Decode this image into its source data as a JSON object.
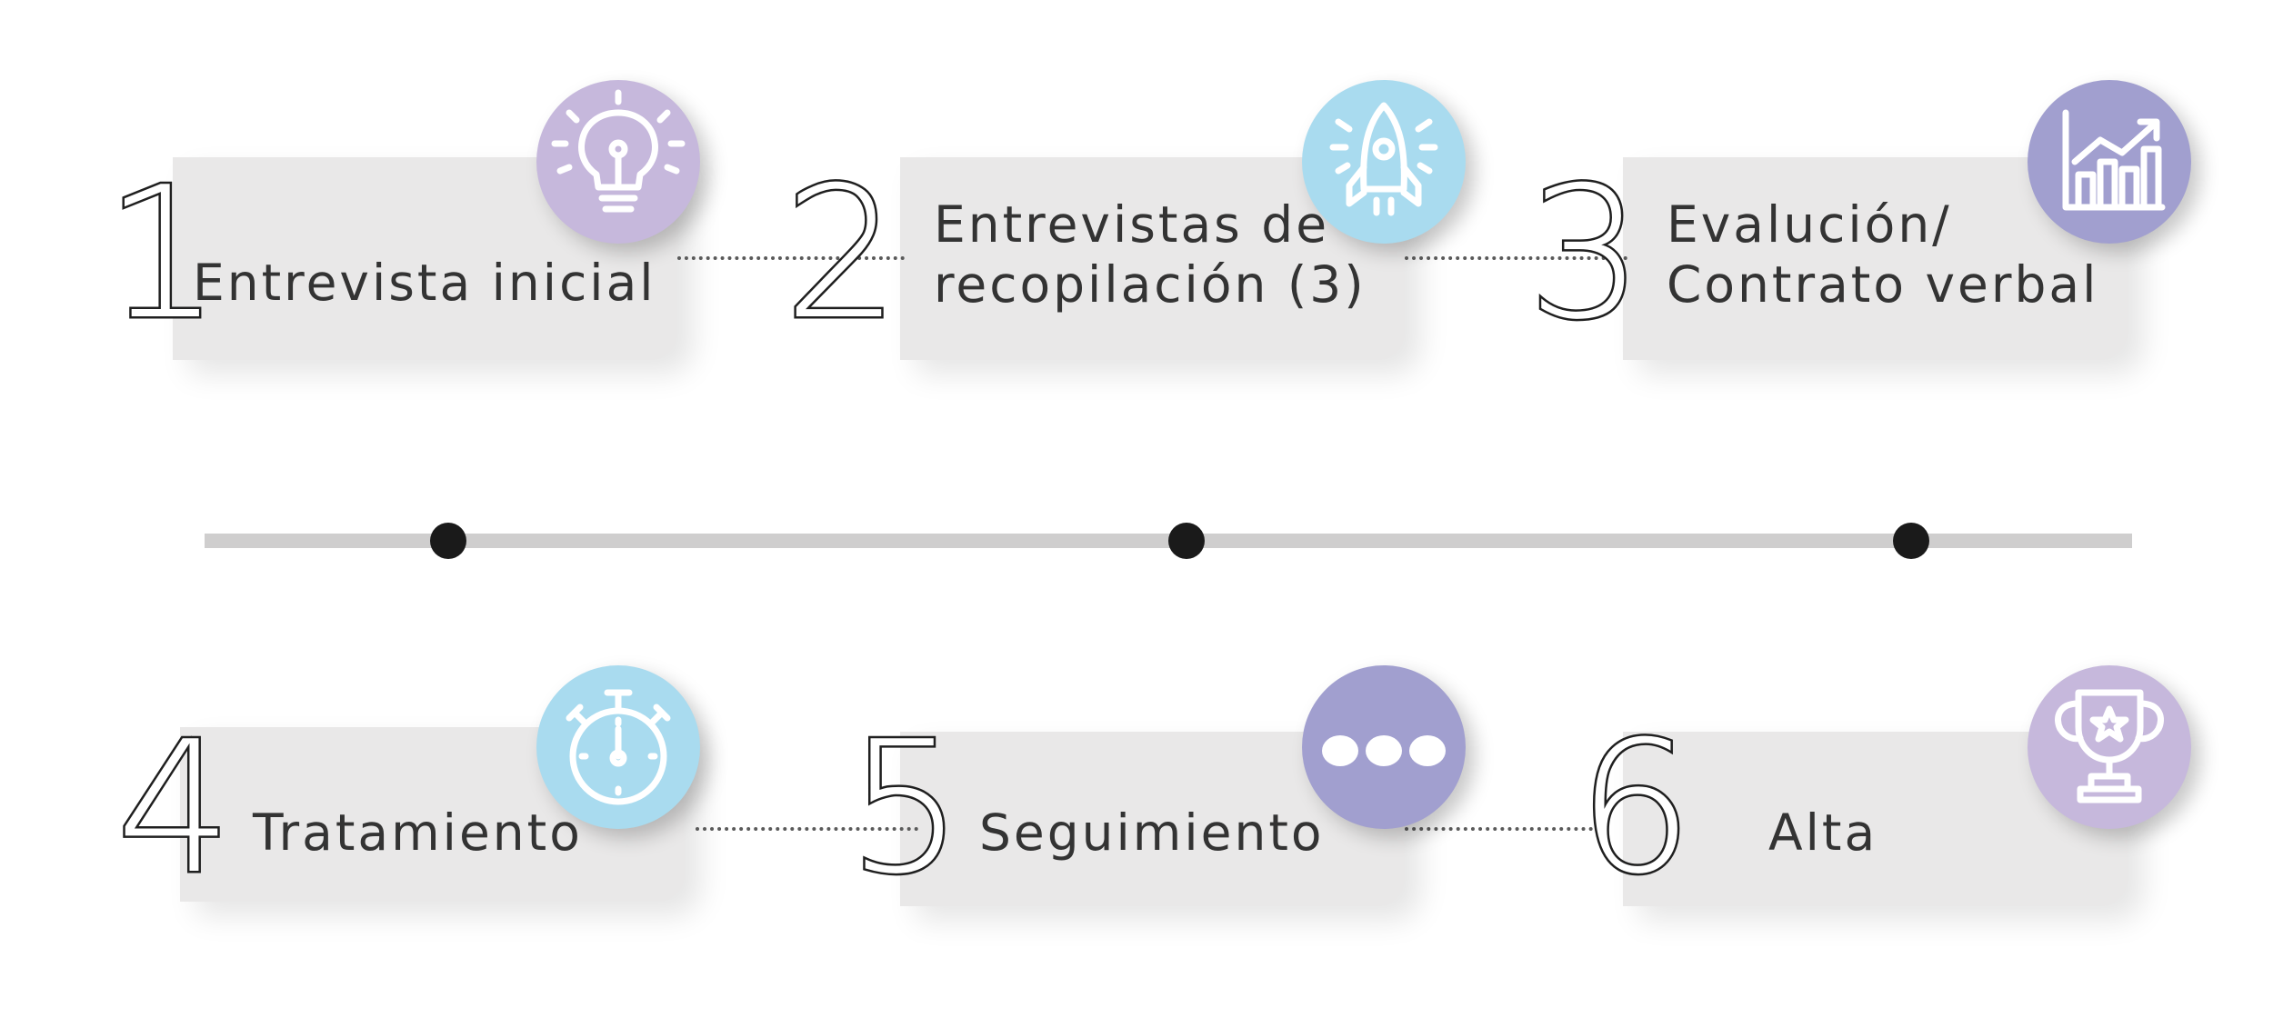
{
  "colors": {
    "card_background": "#e9e8e8",
    "lavender": "#c6b8dc",
    "light_blue": "#a9dbef",
    "slate_purple": "#a19fcf",
    "timeline_line": "#cfcece",
    "timeline_dot": "#1a1a1a"
  },
  "steps": [
    {
      "number": "1",
      "lines": [
        "Entrevista inicial"
      ],
      "icon": "lightbulb-icon",
      "icon_color": "lavender"
    },
    {
      "number": "2",
      "lines": [
        "Entrevistas de",
        "recopilación (3)"
      ],
      "icon": "rocket-icon",
      "icon_color": "light_blue"
    },
    {
      "number": "3",
      "lines": [
        "Evalución/",
        "Contrato verbal"
      ],
      "icon": "growth-chart-icon",
      "icon_color": "slate_purple"
    },
    {
      "number": "4",
      "lines": [
        "Tratamiento"
      ],
      "icon": "stopwatch-icon",
      "icon_color": "light_blue"
    },
    {
      "number": "5",
      "lines": [
        "Seguimiento"
      ],
      "icon": "ellipsis-icon",
      "icon_color": "slate_purple"
    },
    {
      "number": "6",
      "lines": [
        "Alta"
      ],
      "icon": "trophy-icon",
      "icon_color": "lavender"
    }
  ]
}
